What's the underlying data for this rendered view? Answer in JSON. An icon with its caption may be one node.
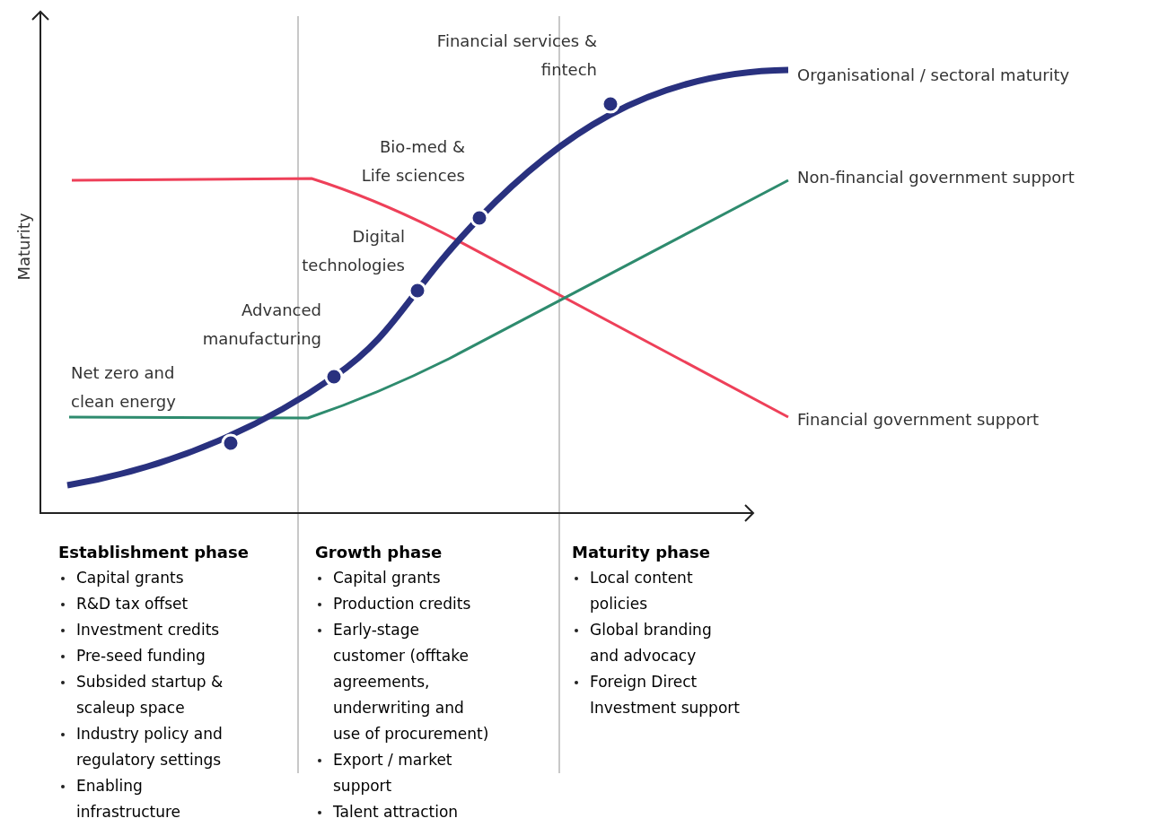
{
  "diagram": {
    "labels": [
      "Financial services & fintech",
      "Organisational / sectoral maturity",
      "Bio-med & Life sciences",
      "Non-financial government support",
      "Digital technologies",
      "Maturity",
      "Advanced manufacturing",
      "Net zero and clean energy",
      "Financial government support",
      "Establishment phase",
      "Capital grants",
      "R&D tax offset",
      "Investment credits",
      "Pre-seed funding",
      "Subsided startup & scaleup space",
      "Industry policy and regulatory settings",
      "Enabling infrastructure",
      "Growth phase",
      "Capital grants",
      "Production credits",
      "Early-stage customer (offtake agreements, underwriting and use of procurement)",
      "Export / market support",
      "Talent attraction",
      "Maturity phase",
      "Local content policies",
      "Global branding and advocacy",
      "Foreign Direct Investment support"
    ]
  }
}
